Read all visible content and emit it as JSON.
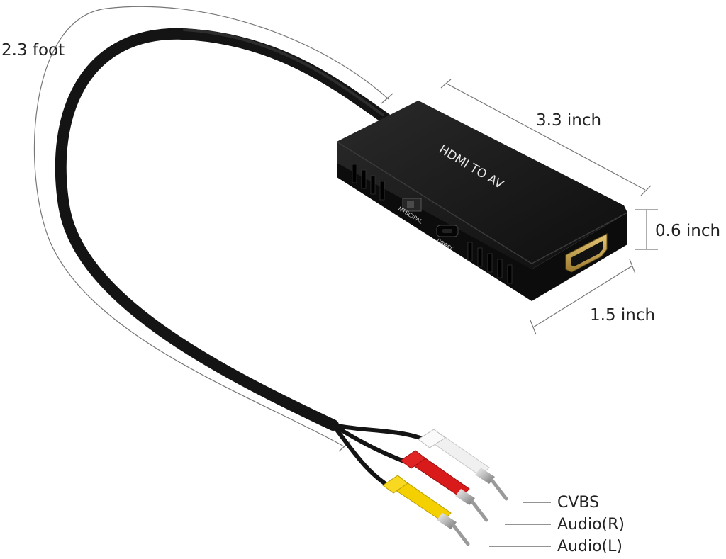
{
  "device": {
    "top_label": "HDMI TO AV",
    "switch_label": "NTSC/PAL",
    "power_label": "power",
    "body_color": "#161616",
    "port_color": "#c9a24a"
  },
  "dimensions": {
    "cable_length": "2.3 foot",
    "length": "3.3 inch",
    "height": "0.6 inch",
    "width": "1.5 inch"
  },
  "connectors": [
    {
      "label": "CVBS",
      "color": "#f2f2f2"
    },
    {
      "label": "Audio(R)",
      "color": "#d91a1a"
    },
    {
      "label": "Audio(L)",
      "color": "#f5d000"
    }
  ]
}
